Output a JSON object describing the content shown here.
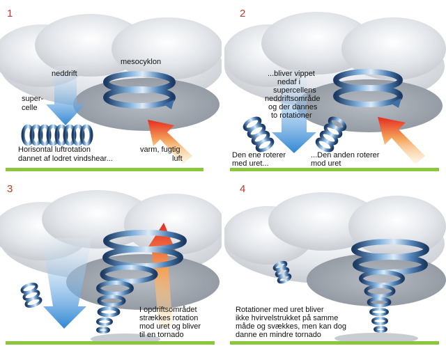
{
  "panels": [
    {
      "number": "1",
      "labels": {
        "neddrift": "neddrift",
        "mesocyklon": "mesocyklon",
        "supercelle_1": "super-",
        "supercelle_2": "celle",
        "horisontal_1": "Horisontal luftrotation",
        "horisontal_2": "dannet af lodret vindshear...",
        "varm_1": "varm, fugtig",
        "varm_2": "luft"
      }
    },
    {
      "number": "2",
      "labels": {
        "vippet_1": "...bliver vippet",
        "vippet_2": "nedaf i",
        "vippet_3": "supercellens",
        "vippet_4": "neddriftsområde",
        "vippet_5": "og der dannes",
        "vippet_6": "to rotationer",
        "ene_1": "Den ene roterer",
        "ene_2": "med uret...",
        "anden_1": "...Den anden roterer",
        "anden_2": "mod uret"
      }
    },
    {
      "number": "3",
      "labels": {
        "opdrift_1": "I opdriftsområdet",
        "opdrift_2": "strækkes rotation",
        "opdrift_3": "mod uret og bliver",
        "opdrift_4": "til en tornado"
      }
    },
    {
      "number": "4",
      "labels": {
        "rot_1": "Rotationer med uret bliver",
        "rot_2": "ikke hvirvelstrukket på samme",
        "rot_3": "måde og svækkes, men kan dog",
        "rot_4": "danne en mindre tornado"
      }
    }
  ],
  "colors": {
    "panel_number": "#c0392b",
    "ground": "#8cc63f",
    "rotation_dark": "#1f3f66",
    "rotation_light": "#9fc6e8",
    "downdraft": "#3d8fd6",
    "warm_air": "#e8402a"
  }
}
